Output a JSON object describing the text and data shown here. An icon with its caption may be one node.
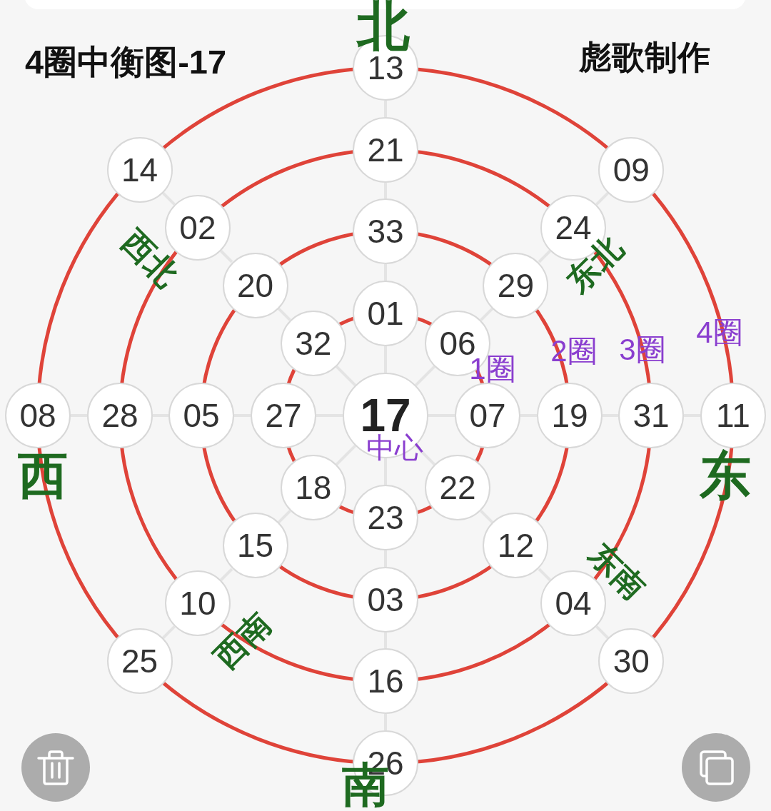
{
  "diagram": {
    "title": "4圈中衡图-17",
    "nodes": [
      {
        "text": [
          "13"
        ]
      },
      {
        "text": [
          "14"
        ]
      },
      {
        "text": [
          "21"
        ]
      },
      {
        "text": [
          "09"
        ]
      },
      {
        "text": [
          "02"
        ]
      },
      {
        "text": [
          "33"
        ]
      },
      {
        "text": [
          "24"
        ]
      },
      {
        "text": [
          "20"
        ]
      },
      {
        "text": [
          "29"
        ]
      },
      {
        "text": [
          "32"
        ]
      },
      {
        "text": [
          "01"
        ]
      },
      {
        "text": [
          "06"
        ]
      },
      {
        "text": [
          "08"
        ]
      },
      {
        "text": [
          "28"
        ]
      },
      {
        "text": [
          "05"
        ]
      },
      {
        "text": [
          "27"
        ]
      },
      {
        "text": [
          "17",
          "中心"
        ]
      },
      {
        "text": [
          "07"
        ]
      },
      {
        "text": [
          "19"
        ]
      },
      {
        "text": [
          "31"
        ]
      },
      {
        "text": [
          "11"
        ]
      },
      {
        "text": [
          "18"
        ]
      },
      {
        "text": [
          "23"
        ]
      },
      {
        "text": [
          "22"
        ]
      },
      {
        "text": [
          "15"
        ]
      },
      {
        "text": [
          "12"
        ]
      },
      {
        "text": [
          "10"
        ]
      },
      {
        "text": [
          "03"
        ]
      },
      {
        "text": [
          "04"
        ]
      },
      {
        "text": [
          "25"
        ]
      },
      {
        "text": [
          "16"
        ]
      },
      {
        "text": [
          "30"
        ]
      },
      {
        "text": [
          "26"
        ]
      }
    ],
    "edges": [
      {
        "from": 16,
        "to": 10,
        "arrow": "none"
      },
      {
        "from": 10,
        "to": 5,
        "arrow": "none"
      },
      {
        "from": 5,
        "to": 2,
        "arrow": "none"
      },
      {
        "from": 2,
        "to": 0,
        "arrow": "none"
      },
      {
        "from": 16,
        "to": 11,
        "arrow": "none"
      },
      {
        "from": 11,
        "to": 8,
        "arrow": "none"
      },
      {
        "from": 8,
        "to": 6,
        "arrow": "none"
      },
      {
        "from": 6,
        "to": 3,
        "arrow": "none"
      },
      {
        "from": 16,
        "to": 17,
        "arrow": "none"
      },
      {
        "from": 17,
        "to": 18,
        "arrow": "none"
      },
      {
        "from": 18,
        "to": 19,
        "arrow": "none"
      },
      {
        "from": 19,
        "to": 20,
        "arrow": "none"
      },
      {
        "from": 16,
        "to": 23,
        "arrow": "none"
      },
      {
        "from": 23,
        "to": 25,
        "arrow": "none"
      },
      {
        "from": 25,
        "to": 28,
        "arrow": "none"
      },
      {
        "from": 28,
        "to": 31,
        "arrow": "none"
      },
      {
        "from": 16,
        "to": 22,
        "arrow": "none"
      },
      {
        "from": 22,
        "to": 27,
        "arrow": "none"
      },
      {
        "from": 27,
        "to": 30,
        "arrow": "none"
      },
      {
        "from": 30,
        "to": 32,
        "arrow": "none"
      },
      {
        "from": 16,
        "to": 21,
        "arrow": "none"
      },
      {
        "from": 21,
        "to": 24,
        "arrow": "none"
      },
      {
        "from": 24,
        "to": 26,
        "arrow": "none"
      },
      {
        "from": 26,
        "to": 29,
        "arrow": "none"
      },
      {
        "from": 16,
        "to": 15,
        "arrow": "none"
      },
      {
        "from": 15,
        "to": 14,
        "arrow": "none"
      },
      {
        "from": 14,
        "to": 13,
        "arrow": "none"
      },
      {
        "from": 13,
        "to": 12,
        "arrow": "none"
      },
      {
        "from": 16,
        "to": 9,
        "arrow": "none"
      },
      {
        "from": 9,
        "to": 7,
        "arrow": "none"
      },
      {
        "from": 7,
        "to": 4,
        "arrow": "none"
      },
      {
        "from": 4,
        "to": 1,
        "arrow": "none"
      }
    ],
    "labels": [
      "北",
      "彪歌制作",
      "西北",
      "东北",
      "1圈",
      "2圈",
      "3圈",
      "4圈",
      "西",
      "东",
      "东南",
      "西南",
      "南"
    ]
  }
}
